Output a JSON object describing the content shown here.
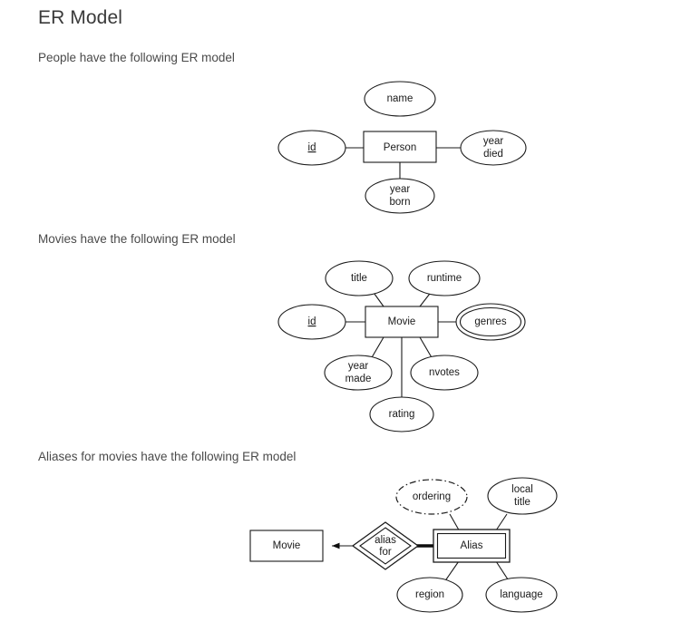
{
  "page": {
    "title": "ER Model"
  },
  "sections": [
    {
      "id": "person",
      "caption": "People have the following ER model",
      "entity": {
        "name": "Person",
        "type": "entity"
      },
      "attributes": [
        {
          "label": "name",
          "kind": "simple",
          "position": "top"
        },
        {
          "label": "id",
          "kind": "key",
          "position": "left"
        },
        {
          "label": "year died",
          "lines": [
            "year",
            "died"
          ],
          "kind": "simple",
          "position": "right"
        },
        {
          "label": "year born",
          "lines": [
            "year",
            "born"
          ],
          "kind": "simple",
          "position": "bottom"
        }
      ]
    },
    {
      "id": "movie",
      "caption": "Movies have the following ER model",
      "entity": {
        "name": "Movie",
        "type": "entity"
      },
      "attributes": [
        {
          "label": "title",
          "kind": "simple",
          "position": "top-left"
        },
        {
          "label": "runtime",
          "kind": "simple",
          "position": "top-right"
        },
        {
          "label": "id",
          "kind": "key",
          "position": "left"
        },
        {
          "label": "genres",
          "kind": "multivalued",
          "position": "right"
        },
        {
          "label": "year made",
          "lines": [
            "year",
            "made"
          ],
          "kind": "simple",
          "position": "bottom-left"
        },
        {
          "label": "nvotes",
          "kind": "simple",
          "position": "bottom-right"
        },
        {
          "label": "rating",
          "kind": "simple",
          "position": "bottom"
        }
      ]
    },
    {
      "id": "alias",
      "caption": "Aliases for movies have the following ER model",
      "entities": [
        {
          "name": "Movie",
          "type": "entity"
        },
        {
          "name": "Alias",
          "type": "weak-entity"
        }
      ],
      "relationship": {
        "label": "alias for",
        "lines": [
          "alias",
          "for"
        ],
        "type": "identifying-relationship"
      },
      "attributes": [
        {
          "label": "ordering",
          "kind": "discriminator",
          "position": "top"
        },
        {
          "label": "local title",
          "lines": [
            "local",
            "title"
          ],
          "kind": "simple",
          "position": "top-right"
        },
        {
          "label": "region",
          "kind": "simple",
          "position": "bottom-left"
        },
        {
          "label": "language",
          "kind": "simple",
          "position": "bottom-right"
        }
      ]
    }
  ],
  "colors": {
    "background": "#ffffff",
    "stroke": "#1a1a1a",
    "title_text": "#3a3a3a",
    "caption_text": "#4a4a4a"
  }
}
